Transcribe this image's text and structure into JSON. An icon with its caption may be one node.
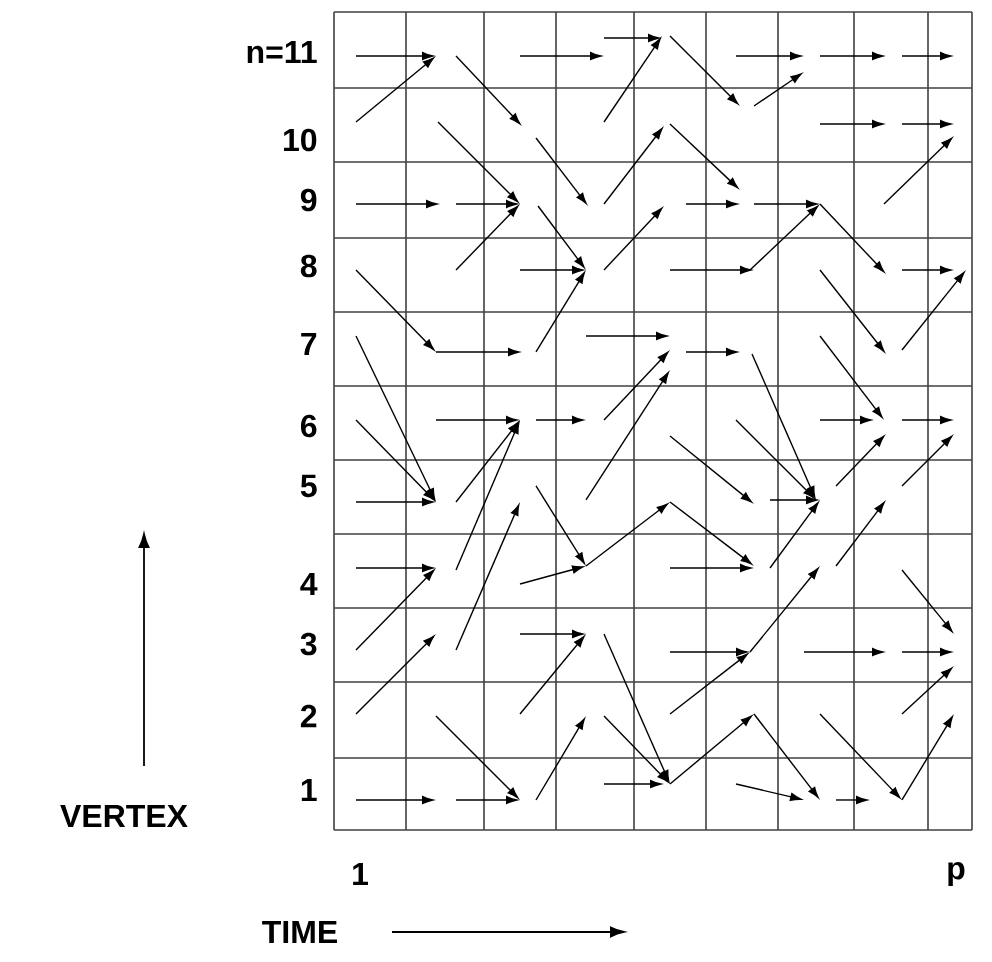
{
  "diagram": {
    "labels": [
      "n=11",
      "10",
      "9",
      "8",
      "7",
      "6",
      "5",
      "4",
      "3",
      "2",
      "1",
      "VERTEX",
      "1",
      "p",
      "TIME"
    ]
  }
}
